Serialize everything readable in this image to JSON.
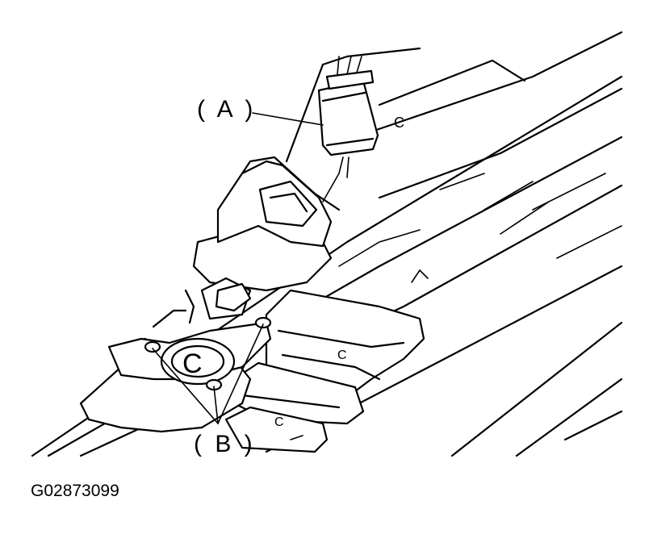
{
  "labels": {
    "callout_a": "( A )",
    "callout_b": "( B )",
    "figure_id": "G02873099",
    "stamp_mark": "C"
  }
}
